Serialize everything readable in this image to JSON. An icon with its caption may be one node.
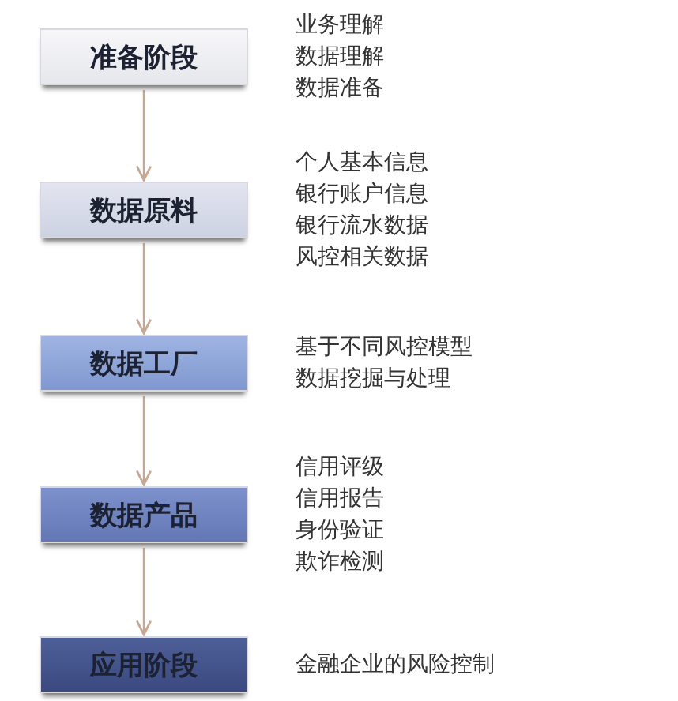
{
  "diagram": {
    "nodes": [
      {
        "text": [
          "准备阶段"
        ],
        "beside": [
          "业务理解",
          "数据理解",
          "数据准备"
        ]
      },
      {
        "text": [
          "数据原料"
        ],
        "beside": [
          "个人基本信息",
          "银行账户信息",
          "银行流水数据",
          "风控相关数据"
        ]
      },
      {
        "text": [
          "数据工厂"
        ],
        "beside": [
          "基于不同风控模型",
          "数据挖掘与处理"
        ]
      },
      {
        "text": [
          "数据产品"
        ],
        "beside": [
          "信用评级",
          "信用报告",
          "身份验证",
          "欺诈检测"
        ]
      },
      {
        "text": [
          "应用阶段"
        ],
        "beside": [
          "金融企业的风险控制"
        ]
      }
    ],
    "edges": [
      {
        "from": 0,
        "to": 1,
        "arrow": "to"
      },
      {
        "from": 1,
        "to": 2,
        "arrow": "to"
      },
      {
        "from": 2,
        "to": 3,
        "arrow": "to"
      },
      {
        "from": 3,
        "to": 4,
        "arrow": "to"
      }
    ]
  }
}
